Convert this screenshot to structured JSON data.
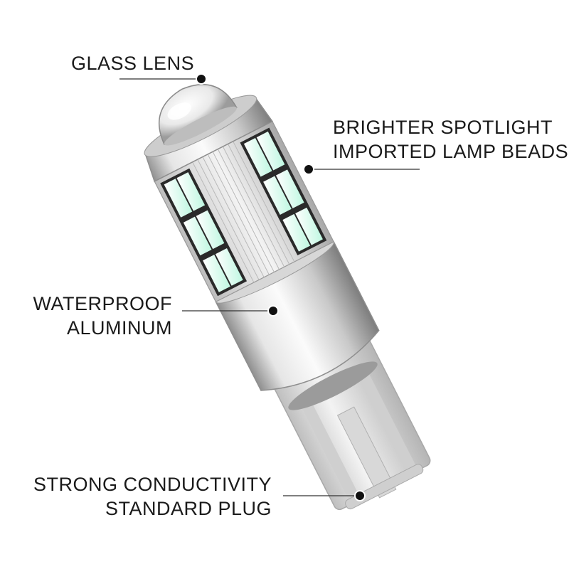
{
  "callouts": {
    "glass_lens": {
      "line1": "GLASS LENS"
    },
    "spotlight": {
      "line1": "BRIGHTER SPOTLIGHT",
      "line2": "IMPORTED LAMP BEADS"
    },
    "aluminum": {
      "line1": "WATERPROOF",
      "line2": "ALUMINUM"
    },
    "plug": {
      "line1": "STRONG CONDUCTIVITY",
      "line2": "STANDARD PLUG"
    }
  },
  "colors": {
    "text": "#1a1a1a",
    "leader_line": "#333333",
    "marker": "#111111",
    "aluminum_light": "#f2f2f2",
    "aluminum_dark": "#9a9a9a",
    "led_face": "#d9fff0",
    "led_housing": "#2a2a2a",
    "plastic_base": "#e4e4e4"
  }
}
